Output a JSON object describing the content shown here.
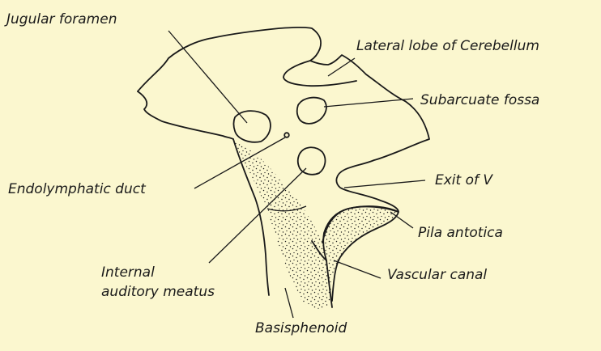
{
  "colors": {
    "background": "#fbf7cf",
    "ink": "#1a1a1a"
  },
  "labels": {
    "jugular_foramen": "Jugular foramen",
    "lateral_lobe": "Lateral lobe of Cerebellum",
    "subarcuate_fossa": "Subarcuate fossa",
    "endolymphatic_duct": "Endolymphatic duct",
    "exit_of_v": "Exit of V",
    "pila_antotica": "Pila antotica",
    "internal_line1": "Internal",
    "internal_line2": "auditory meatus",
    "vascular_canal": "Vascular canal",
    "basisphenoid": "Basisphenoid"
  }
}
